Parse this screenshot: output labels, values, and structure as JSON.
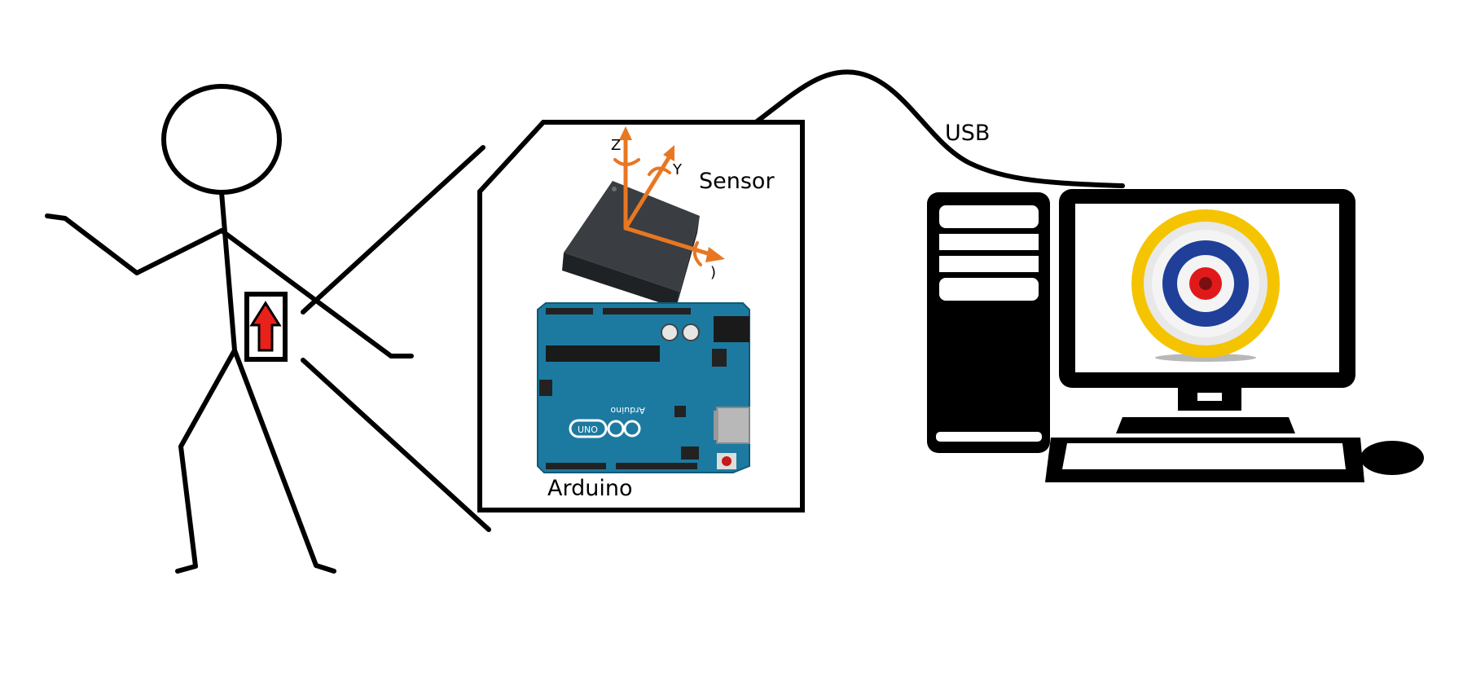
{
  "labels": {
    "usb": "USB",
    "sensor": "Sensor",
    "arduino": "Arduino",
    "axis_z": "Z",
    "axis_y": "Y",
    "axis_x": ")",
    "board_brand": "Arduino",
    "board_model": "UNO"
  },
  "colors": {
    "axis": "#e87722",
    "board": "#1c7aa0",
    "chip": "#2f3235",
    "target_outer": "#f5c400",
    "target_blue": "#1f3f99",
    "target_red": "#e01a1a",
    "sensor_marker": "#e8221a"
  },
  "icons": {
    "person": "stick-figure-icon",
    "sensor": "imu-chip-icon",
    "board": "arduino-board-icon",
    "computer": "desktop-computer-icon",
    "target": "target-icon",
    "mouse": "mouse-icon"
  }
}
